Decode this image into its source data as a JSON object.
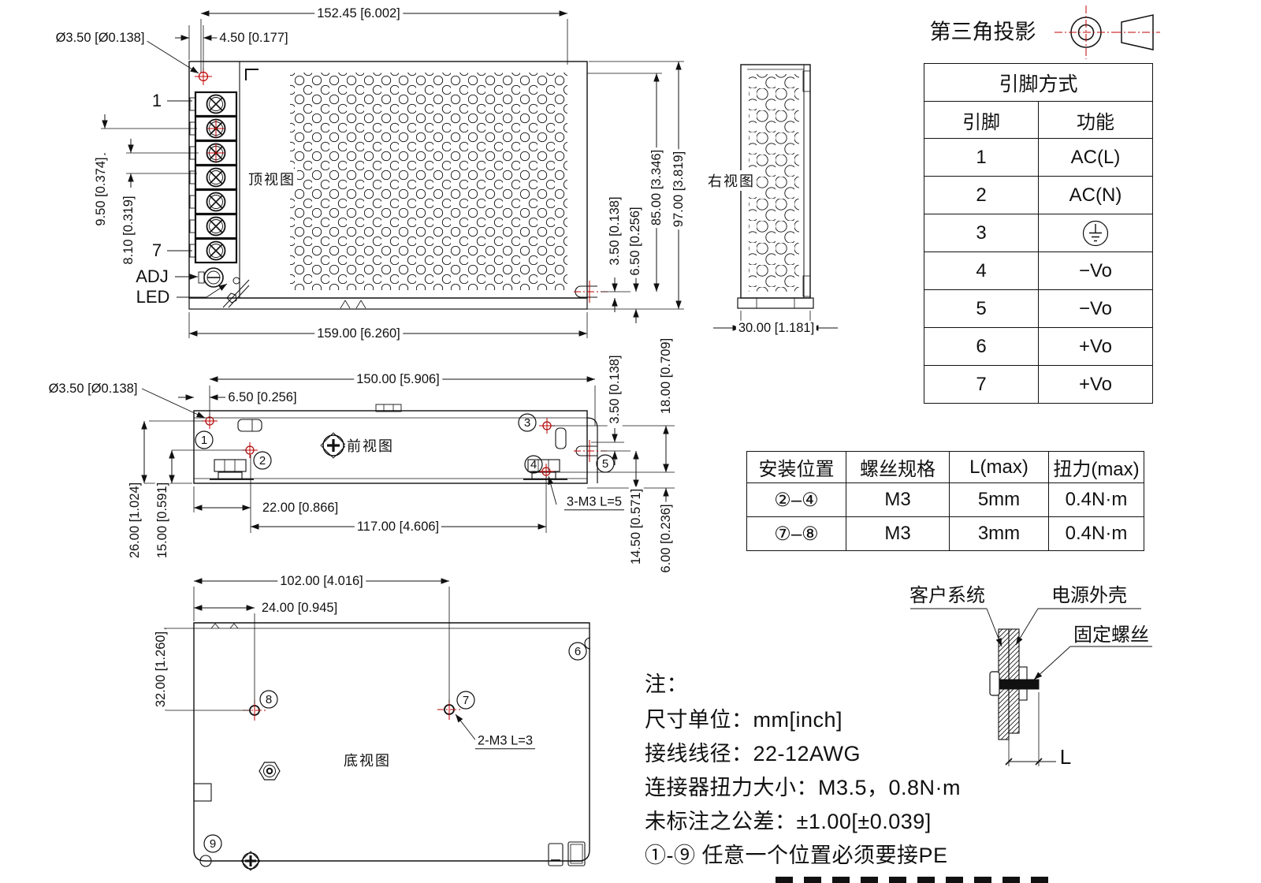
{
  "projection": {
    "label": "第三角投影"
  },
  "views": {
    "top": "顶视图",
    "right": "右视图",
    "front": "前视图",
    "bottom": "底视图"
  },
  "labels": {
    "pin1": "1",
    "pin7": "7",
    "adj": "ADJ",
    "led": "LED"
  },
  "balloons": {
    "b1": "1",
    "b2": "2",
    "b3": "3",
    "b4": "4",
    "b5": "5",
    "b6": "6",
    "b7": "7",
    "b8": "8",
    "b9": "9"
  },
  "dims": {
    "d152": "152.45 [6.002]",
    "d450": "4.50 [0.177]",
    "dia_top": "Ø3.50 [Ø0.138]",
    "d950": "9.50 [0.374]",
    "d810": "8.10 [0.319]",
    "d159": "159.00 [6.260]",
    "d350t": "3.50 [0.138]",
    "d650t": "6.50 [0.256]",
    "d85": "85.00 [3.346]",
    "d97": "97.00 [3.819]",
    "d30": "30.00 [1.181]",
    "d150": "150.00 [5.906]",
    "d650f": "6.50 [0.256]",
    "dia_front": "Ø3.50 [Ø0.138]",
    "d22": "22.00 [0.866]",
    "d117": "117.00 [4.606]",
    "d26": "26.00 [1.024]",
    "d15": "15.00 [0.591]",
    "d350f": "3.50 [0.138]",
    "d18": "18.00 [0.709]",
    "d145": "14.50 [0.571]",
    "d600": "6.00 [0.236]",
    "m3l5": "3-M3 L=5",
    "d102": "102.00 [4.016]",
    "d24": "24.00 [0.945]",
    "d32": "32.00 [1.260]",
    "m3l3": "2-M3 L=3"
  },
  "pin_table": {
    "title": "引脚方式",
    "col_pin": "引脚",
    "col_func": "功能",
    "rows": [
      {
        "pin": "1",
        "func": "AC(L)"
      },
      {
        "pin": "2",
        "func": "AC(N)"
      },
      {
        "pin": "3",
        "func": "",
        "func_icon": "protective-earth"
      },
      {
        "pin": "4",
        "func": "−Vo"
      },
      {
        "pin": "5",
        "func": "−Vo"
      },
      {
        "pin": "6",
        "func": "+Vo"
      },
      {
        "pin": "7",
        "func": "+Vo"
      }
    ]
  },
  "mount_table": {
    "headers": [
      "安装位置",
      "螺丝规格",
      "L(max)",
      "扭力(max)"
    ],
    "rows": [
      [
        "②–④",
        "M3",
        "5mm",
        "0.4N·m"
      ],
      [
        "⑦–⑧",
        "M3",
        "3mm",
        "0.4N·m"
      ]
    ]
  },
  "detail": {
    "customer": "客户系统",
    "case": "电源外壳",
    "screw": "固定螺丝",
    "L": "L"
  },
  "notes": {
    "title": "注：",
    "lines": [
      "尺寸单位：mm[inch]",
      "接线线径：22-12AWG",
      "连接器扭力大小：M3.5，0.8N·m",
      "未标注之公差：±1.00[±0.039]",
      "①-⑨ 任意一个位置必须要接PE"
    ]
  }
}
